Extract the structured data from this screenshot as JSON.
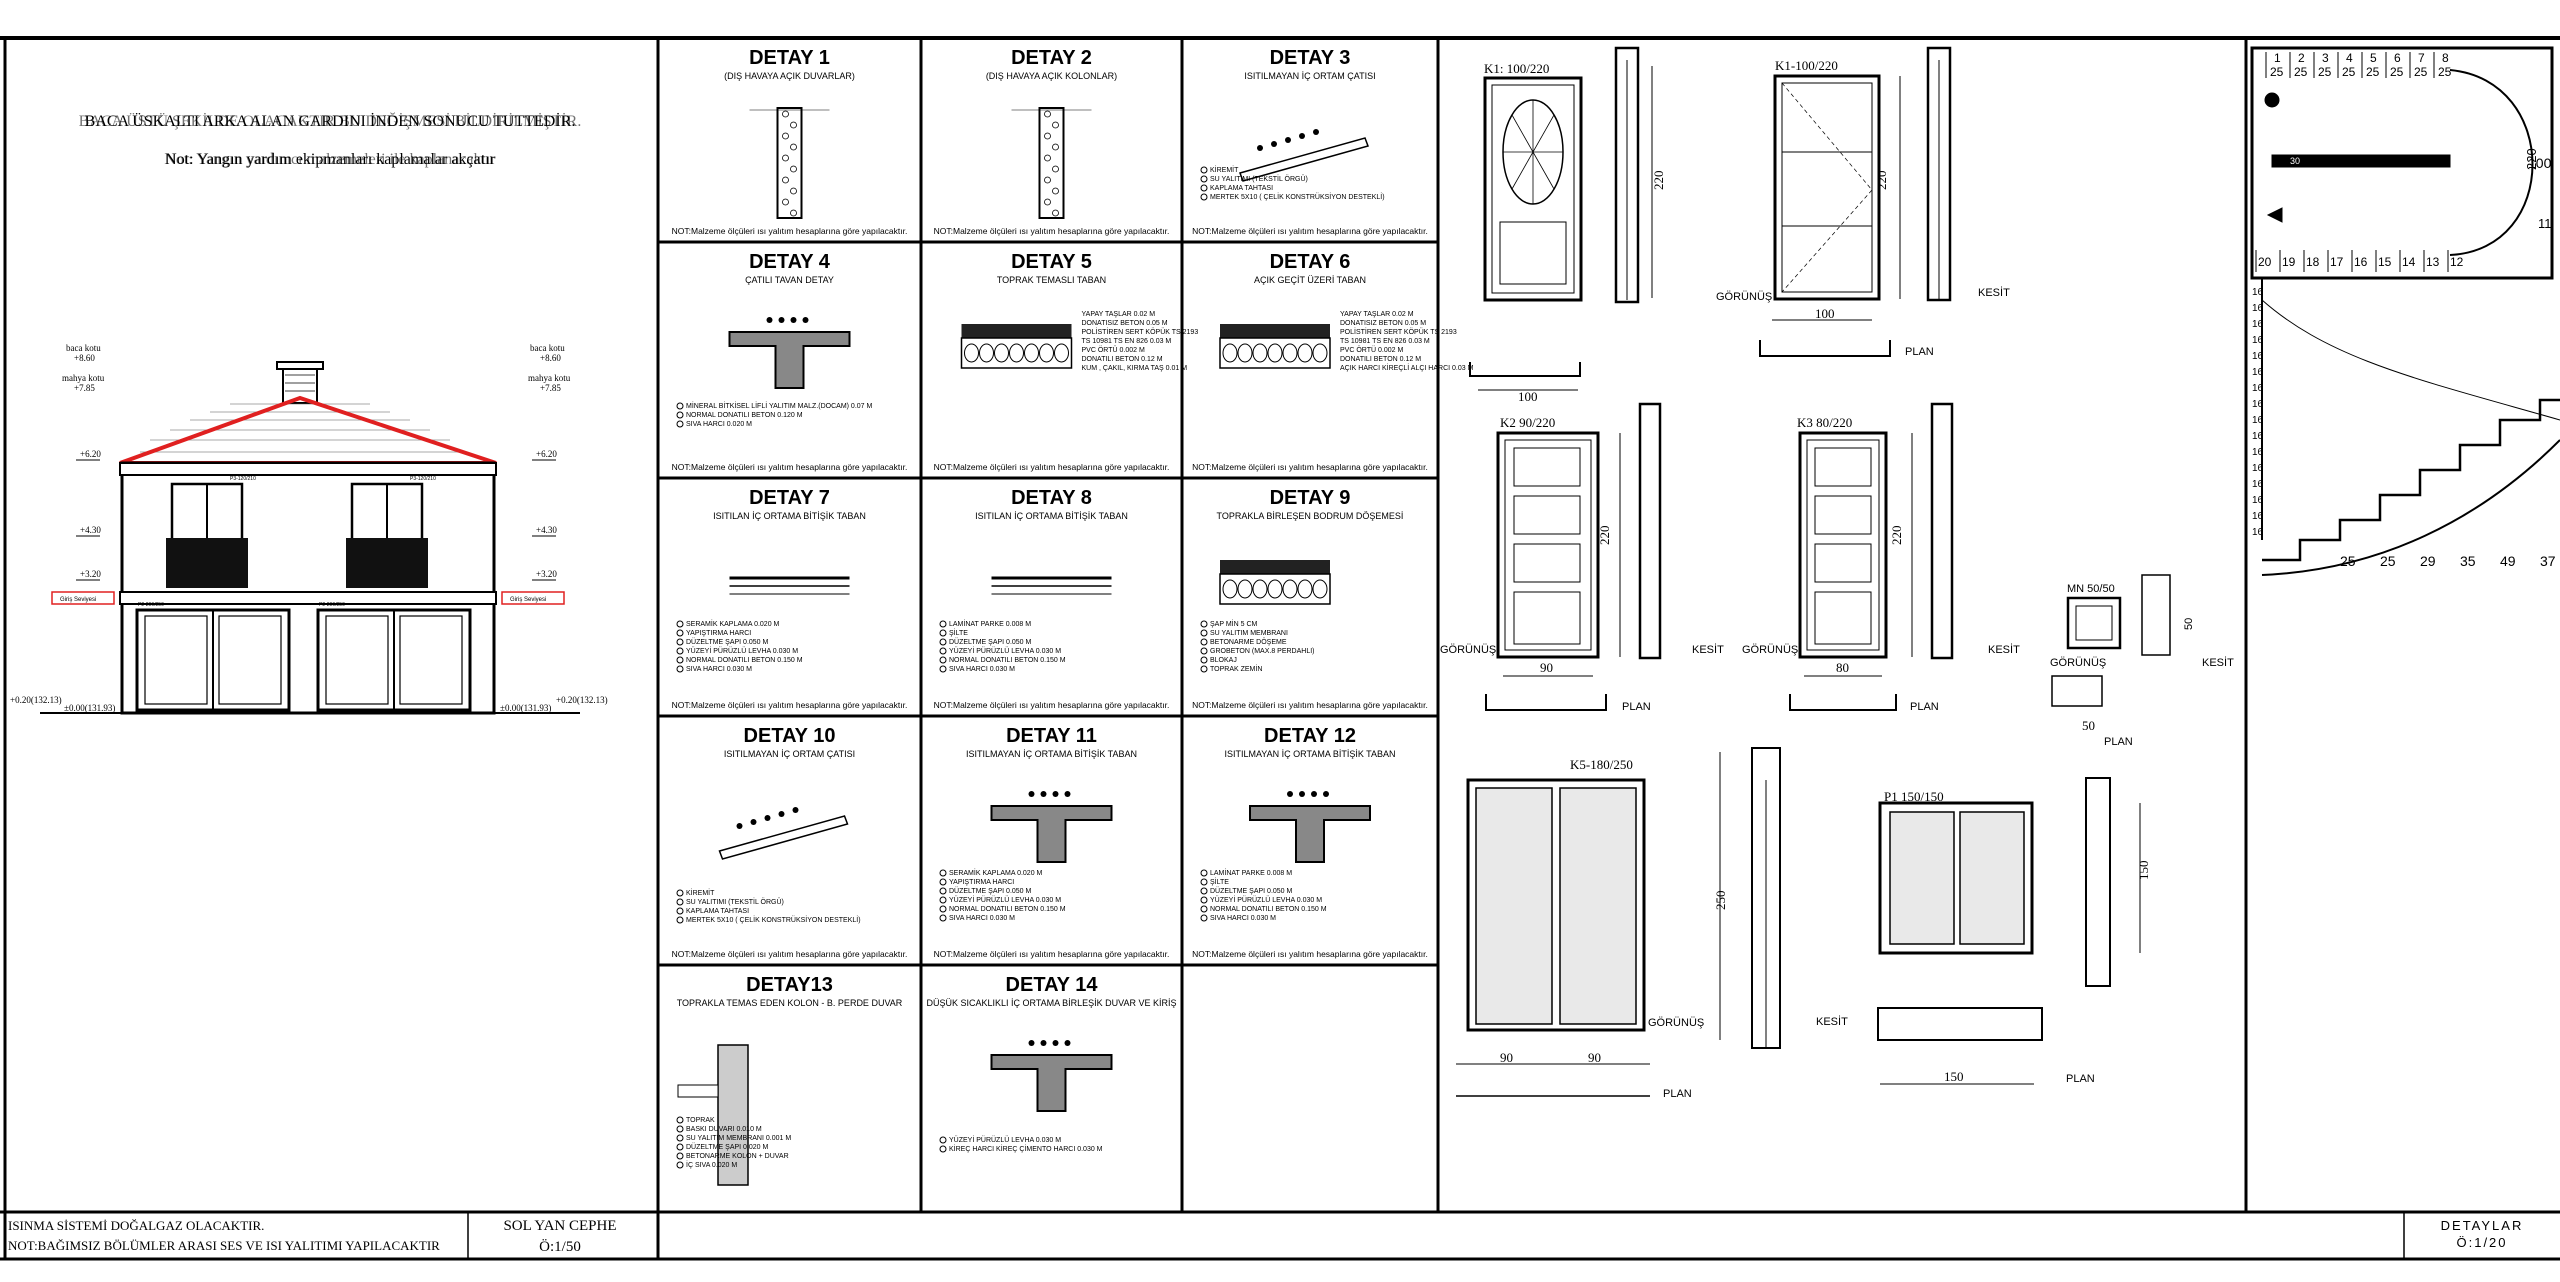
{
  "left_panel": {
    "baca_note_a": "BACA ÜSKALTI ARKA ALAN GARDINI İNDEN SONUCU TUTTEDİR.",
    "baca_note_b": "BACA ÜSTÜ ŞEKİLDE OLACAKTIR BU DEĞİŞMESİ BİLDİRİLMİŞTİR.",
    "not_note_a": "Not: Yangın yardım ekipmanları kaplamalar akçatır",
    "not_note_b": "Not: Yangın yardımcı malzemeleri ile kaplanacaktır",
    "baca_kotu_left": "baca kotu",
    "baca_kotu_left_val": "+8.60",
    "mahya_kotu_left": "mahya kotu",
    "mahya_kotu_left_val": "+7.85",
    "baca_kotu_right": "baca kotu",
    "baca_kotu_right_val": "+8.60",
    "mahya_kotu_right": "mahya kotu",
    "mahya_kotu_right_val": "+7.85",
    "level_620_l": "+6.20",
    "level_620_r": "+6.20",
    "level_430_l": "+4.30",
    "level_430_r": "+4.30",
    "level_320_l": "+3.20",
    "level_320_r": "+3.20",
    "win_label_1": "P3-120/210",
    "win_label_2": "P3-120/210",
    "door_label_1": "P2-200/250",
    "door_label_2": "P2-200/250",
    "giris_left": "Giriş Seviyesi",
    "giris_right": "Giriş Seviyesi",
    "ground_left_a": "+0.20(132.13)",
    "ground_left_b": "±0.00(131.93)",
    "ground_right_a": "±0.00(131.93)",
    "ground_right_b": "+0.20(132.13)",
    "roof_color": "#e02020"
  },
  "bottom_left": {
    "line1": "ISINMA SİSTEMİ DOĞALGAZ OLACAKTIR.",
    "line2": "NOT:BAĞIMSIZ BÖLÜMLER ARASI SES VE ISI YALITIMI YAPILACAKTIR",
    "title": "SOL YAN CEPHE",
    "scale": "Ö:1/50"
  },
  "bottom_right": {
    "title": "DETAYLAR",
    "scale": "Ö:1/20"
  },
  "details": [
    {
      "title": "DETAY 1",
      "sub": "(DIŞ HAVAYA AÇIK DUVARLAR)",
      "note": "NOT:Malzeme ölçüleri ısı yalıtım hesaplarına göre yapılacaktır.",
      "legend": []
    },
    {
      "title": "DETAY 2",
      "sub": "(DIŞ HAVAYA AÇIK KOLONLAR)",
      "note": "NOT:Malzeme ölçüleri ısı yalıtım hesaplarına göre yapılacaktır.",
      "legend": []
    },
    {
      "title": "DETAY 3",
      "sub": "ISITILMAYAN İÇ ORTAM ÇATISI",
      "note": "NOT:Malzeme ölçüleri ısı yalıtım hesaplarına göre yapılacaktır.",
      "legend": [
        "KİREMİT",
        "SU YALITIMI (TEKSTİL ÖRGÜ)",
        "KAPLAMA TAHTASI",
        "MERTEK 5X10 ( ÇELİK KONSTRÜKSİYON DESTEKLİ)"
      ]
    },
    {
      "title": "DETAY 4",
      "sub": "ÇATILI TAVAN DETAY",
      "note": "NOT:Malzeme ölçüleri ısı yalıtım hesaplarına göre yapılacaktır.",
      "legend": [
        "MİNERAL BİTKİSEL LİFLİ YALITIM MALZ.(DOCAM) 0.07 M",
        "NORMAL DONATILI BETON  0.120 M",
        "SIVA HARCI 0.020 M"
      ]
    },
    {
      "title": "DETAY 5",
      "sub": "TOPRAK TEMASLI TABAN",
      "note": "NOT:Malzeme ölçüleri ısı yalıtım hesaplarına göre yapılacaktır.",
      "legend": [
        "YAPAY TAŞLAR 0.02 M",
        "DONATISIZ BETON 0.05 M",
        "POLİSTİREN SERT KÖPÜK TS 2193",
        "TS 10981  TS EN 826  0.03 M",
        "PVC ÖRTÜ 0.002 M",
        "DONATILI BETON 0.12 M",
        "KUM , ÇAKIL, KIRMA TAŞ 0.01 M"
      ]
    },
    {
      "title": "DETAY 6",
      "sub": "AÇIK GEÇİT ÜZERİ TABAN",
      "note": "NOT:Malzeme ölçüleri ısı yalıtım hesaplarına göre yapılacaktır.",
      "legend": [
        "YAPAY TAŞLAR 0.02 M",
        "DONATISIZ BETON 0.05 M",
        "POLİSTİREN SERT KÖPÜK TS 2193",
        "TS 10981  TS EN 826  0.03 M",
        "PVC ÖRTÜ 0.002 M",
        "DONATILI BETON 0.12 M",
        "AÇIK HARCI KİREÇLİ ALÇI HARCI 0.03 M"
      ]
    },
    {
      "title": "DETAY 7",
      "sub": "ISITILAN İÇ ORTAMA BİTİŞİK TABAN",
      "note": "NOT:Malzeme ölçüleri ısı yalıtım hesaplarına göre yapılacaktır.",
      "legend": [
        "SERAMİK KAPLAMA 0.020 M",
        "YAPIŞTIRMA HARCI",
        "DÜZELTME ŞAPI 0.050 M",
        "YÜZEYİ PÜRÜZLÜ LEVHA 0.030 M",
        "NORMAL DONATILI BETON  0.150 M",
        "SIVA HARCI 0.030 M"
      ]
    },
    {
      "title": "DETAY 8",
      "sub": "ISITILAN İÇ ORTAMA BİTİŞİK TABAN",
      "note": "NOT:Malzeme ölçüleri ısı yalıtım hesaplarına göre yapılacaktır.",
      "legend": [
        "LAMİNAT PARKE 0.008 M",
        "ŞİLTE",
        "DÜZELTME ŞAPI 0.050 M",
        "YÜZEYİ PÜRÜZLÜ LEVHA 0.030 M",
        "NORMAL DONATILI BETON  0.150 M",
        "SIVA HARCI 0.030 M"
      ]
    },
    {
      "title": "DETAY 9",
      "sub": "TOPRAKLA BİRLEŞEN BODRUM DÖŞEMESİ",
      "note": "NOT:Malzeme ölçüleri ısı yalıtım hesaplarına göre yapılacaktır.",
      "legend": [
        "ŞAP MİN 5 CM",
        "SU YALITIM MEMBRANI",
        "BETONARME DÖŞEME",
        "GROBETON (MAX.8 PERDAHLI)",
        "BLOKAJ",
        "TOPRAK ZEMİN"
      ]
    },
    {
      "title": "DETAY 10",
      "sub": "ISITILMAYAN İÇ ORTAM ÇATISI",
      "note": "NOT:Malzeme ölçüleri ısı yalıtım hesaplarına göre yapılacaktır.",
      "legend": [
        "KİREMİT",
        "SU YALITIMI (TEKSTİL ÖRGÜ)",
        "KAPLAMA TAHTASI",
        "MERTEK 5X10 ( ÇELİK KONSTRÜKSİYON DESTEKLİ)"
      ]
    },
    {
      "title": "DETAY 11",
      "sub": "ISITILMAYAN İÇ ORTAMA BİTİŞİK TABAN",
      "note": "NOT:Malzeme ölçüleri ısı yalıtım hesaplarına göre yapılacaktır.",
      "legend": [
        "SERAMİK KAPLAMA 0.020 M",
        "YAPIŞTIRMA HARCI",
        "DÜZELTME ŞAPI 0.050 M",
        "YÜZEYİ PÜRÜZLÜ LEVHA 0.030 M",
        "NORMAL DONATILI BETON  0.150 M",
        "SIVA HARCI 0.030 M"
      ]
    },
    {
      "title": "DETAY 12",
      "sub": "ISITILMAYAN İÇ ORTAMA BİTİŞİK TABAN",
      "note": "NOT:Malzeme ölçüleri ısı yalıtım hesaplarına göre yapılacaktır.",
      "legend": [
        "LAMİNAT PARKE 0.008 M",
        "ŞİLTE",
        "DÜZELTME ŞAPI 0.050 M",
        "YÜZEYİ PÜRÜZLÜ LEVHA 0.030 M",
        "NORMAL DONATILI BETON  0.150 M",
        "SIVA HARCI 0.030 M"
      ]
    },
    {
      "title": "DETAY13",
      "sub": "TOPRAKLA TEMAS EDEN KOLON - B. PERDE DUVAR",
      "note": "",
      "legend": [
        "TOPRAK",
        "BASKI DUVARI 0.010 M",
        "SU YALITIM MEMBRANI 0.001 M",
        "DÜZELTME ŞAPI 0.020 M",
        "BETONARME KOLON + DUVAR",
        "İÇ SIVA 0.020 M"
      ]
    },
    {
      "title": "DETAY 14",
      "sub": "DÜŞÜK SICAKLIKLI İÇ ORTAMA BİRLEŞİK DUVAR VE KİRİŞ",
      "note": "",
      "legend": [
        "YÜZEYİ PÜRÜZLÜ LEVHA 0.030 M",
        "KİREÇ HARCI KİREÇ ÇİMENTO HARCI 0.030 M"
      ]
    }
  ],
  "doors": {
    "k1a_label": "K1: 100/220",
    "k1a_w": "100",
    "k1b_label": "K1-100/220",
    "k1b_w": "100",
    "h220": "220",
    "k2_label": "K2  90/220",
    "k2_w": "90",
    "k3_label": "K3  80/220",
    "k3_w": "80",
    "k5_label": "K5-180/250",
    "k5_w1": "90",
    "k5_w2": "90",
    "k5_h": "250",
    "p1_label": "P1 150/150",
    "p1_w": "150",
    "p1_h": "150",
    "mn_label": "MN 50/50",
    "mn_w": "50",
    "mn_h": "50",
    "gorunus": "GÖRÜNÜŞ",
    "kesit": "KESİT",
    "plan": "PLAN"
  },
  "stair": {
    "top_nums": [
      "1",
      "2",
      "3",
      "4",
      "5",
      "6",
      "7",
      "8"
    ],
    "bot_nums": [
      "20",
      "19",
      "18",
      "17",
      "16",
      "15",
      "14",
      "13",
      "12"
    ],
    "tread_25": "25",
    "label_30": "30",
    "label_11": "11",
    "label_100": "100",
    "label_220": "220",
    "bottom_dims": [
      "25",
      "25",
      "29",
      "35",
      "49",
      "37"
    ],
    "risers": "16"
  }
}
